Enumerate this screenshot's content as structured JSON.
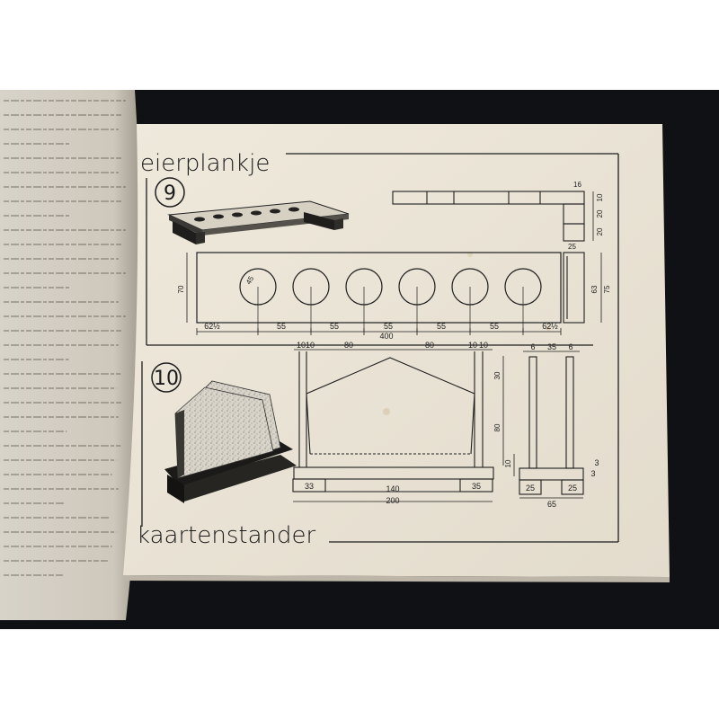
{
  "image": {
    "description": "Photo of an open booklet page with woodworking drawings: an egg rack and a card stand"
  },
  "drawing_9": {
    "number": "9",
    "title": "eierplankje",
    "dims": {
      "top_small_a": "16",
      "side_a": "10",
      "side_b": "20",
      "side_c": "20",
      "side_d": "25",
      "height_left": "70",
      "right_a": "63",
      "right_b": "75",
      "m1": "62½",
      "m2": "55",
      "m3": "55",
      "m4": "55",
      "m5": "55",
      "m6": "55",
      "m7": "62½",
      "total": "400",
      "circle_radius": "45"
    }
  },
  "drawing_10": {
    "number": "10",
    "title": "kaartenstander",
    "dims": {
      "t1": "10",
      "t2": "10",
      "t3": "80",
      "t4": "80",
      "t5": "10",
      "t6": "10",
      "r1": "30",
      "r2": "80",
      "left_small": "10",
      "b1": "33",
      "b2": "140",
      "b3": "35",
      "total": "200",
      "s1": "6",
      "s2": "35",
      "s3": "6",
      "s4": "3",
      "s5": "3",
      "s6": "25",
      "s7": "25",
      "s_total": "65"
    }
  }
}
